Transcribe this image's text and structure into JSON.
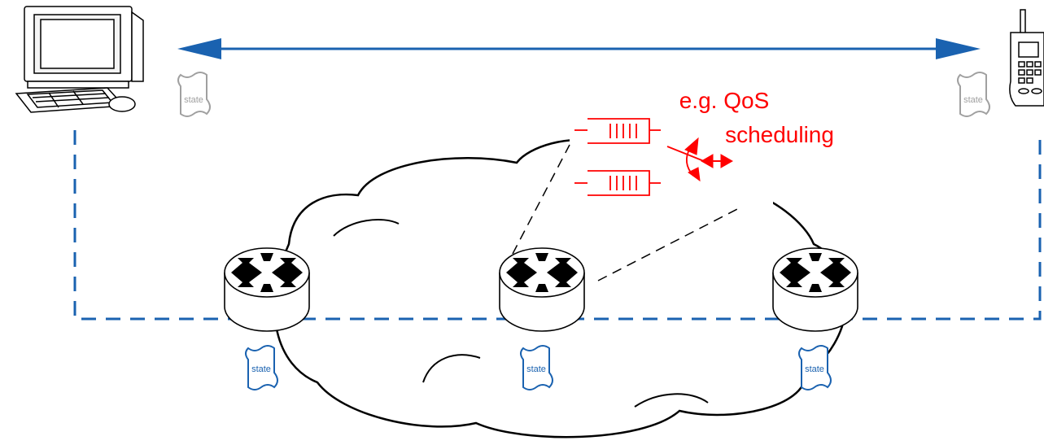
{
  "annotation": {
    "line1": "e.g. QoS",
    "line2": "scheduling"
  },
  "state_tags": {
    "host_left": "state",
    "host_right": "state",
    "router_left": "state",
    "router_middle": "state",
    "router_right": "state"
  },
  "colors": {
    "path_blue": "#1a62b0",
    "qos_red": "#ff0000",
    "end_state_gray": "#a0a0a0",
    "router_state_blue": "#1a62b0",
    "outline_black": "#000000"
  },
  "icons": [
    "desktop-computer-icon",
    "mobile-phone-icon",
    "router-icon",
    "network-cloud-icon",
    "queue-icon",
    "scheduler-switch-icon"
  ]
}
